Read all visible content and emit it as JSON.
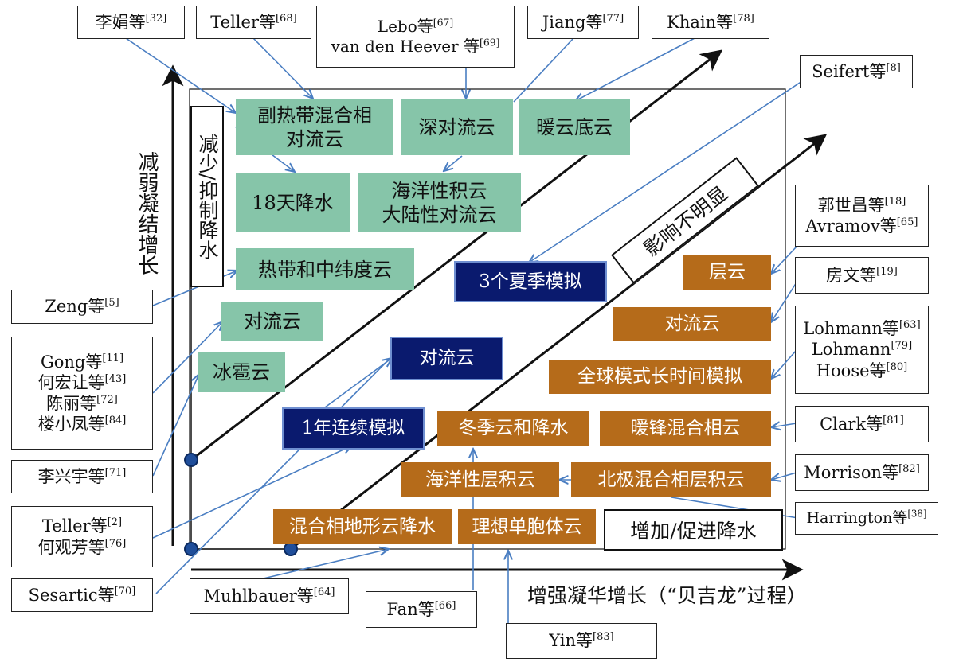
{
  "axes": {
    "x_label": "增强凝华增长（“贝吉龙”过程）",
    "y_label": "减弱凝结增长"
  },
  "bands": {
    "reduce": "减少/抑制降水",
    "neutral": "影响不明显",
    "increase": "增加/促进降水"
  },
  "boxes": {
    "subtropical": "副热带混合相\n对流云",
    "deep_convective": "深对流云",
    "warm_base": "暖云底云",
    "eighteen_day": "18天降水",
    "marine_continental": "海洋性积云\n大陆性对流云",
    "tropical_midlat": "热带和中纬度云",
    "convective_green": "对流云",
    "hail": "冰雹云",
    "three_summers": "3个夏季模拟",
    "convective_navy": "对流云",
    "one_year": "1年连续模拟",
    "stratus": "层云",
    "convective_orange": "对流云",
    "global_long": "全球模式长时间模拟",
    "winter_precip": "冬季云和降水",
    "warm_front": "暖锋混合相云",
    "marine_stratocu": "海洋性层积云",
    "arctic_stratocu": "北极混合相层积云",
    "orographic": "混合相地形云降水",
    "ideal_cell": "理想单胞体云"
  },
  "refs": {
    "li_juan": {
      "lines": [
        {
          "t": "李娟等",
          "s": "[32]"
        }
      ]
    },
    "teller68": {
      "lines": [
        {
          "t": "Teller等",
          "s": "[68]"
        }
      ]
    },
    "lebo": {
      "lines": [
        {
          "t": "Lebo等",
          "s": "[67]"
        },
        {
          "t": "van den Heever  等",
          "s": "[69]"
        }
      ]
    },
    "jiang": {
      "lines": [
        {
          "t": "Jiang等",
          "s": "[77]"
        }
      ]
    },
    "khain": {
      "lines": [
        {
          "t": "Khain等",
          "s": "[78]"
        }
      ]
    },
    "seifert": {
      "lines": [
        {
          "t": "Seifert等",
          "s": "[8]"
        }
      ]
    },
    "guo": {
      "lines": [
        {
          "t": "郭世昌等",
          "s": "[18]"
        },
        {
          "t": "Avramov等",
          "s": "[65]"
        }
      ]
    },
    "fang": {
      "lines": [
        {
          "t": "房文等",
          "s": "[19]"
        }
      ]
    },
    "lohmann": {
      "lines": [
        {
          "t": "Lohmann等",
          "s": "[63]"
        },
        {
          "t": "Lohmann",
          "s": "[79]"
        },
        {
          "t": "Hoose等",
          "s": "[80]"
        }
      ]
    },
    "clark": {
      "lines": [
        {
          "t": "Clark等",
          "s": "[81]"
        }
      ]
    },
    "morrison": {
      "lines": [
        {
          "t": "Morrison等",
          "s": "[82]"
        }
      ]
    },
    "harrington": {
      "lines": [
        {
          "t": "Harrington等",
          "s": "[38]"
        }
      ]
    },
    "zeng": {
      "lines": [
        {
          "t": "Zeng等",
          "s": "[5]"
        }
      ]
    },
    "gong": {
      "lines": [
        {
          "t": "Gong等",
          "s": "[11]"
        },
        {
          "t": "何宏让等",
          "s": "[43]"
        },
        {
          "t": "陈丽等",
          "s": "[72]"
        },
        {
          "t": "楼小凤等",
          "s": "[84]"
        }
      ]
    },
    "li_xingyu": {
      "lines": [
        {
          "t": "李兴宇等",
          "s": "[71]"
        }
      ]
    },
    "teller2": {
      "lines": [
        {
          "t": "Teller等",
          "s": "[2]"
        },
        {
          "t": "何观芳等",
          "s": "[76]"
        }
      ]
    },
    "sesartic": {
      "lines": [
        {
          "t": "Sesartic等",
          "s": "[70]"
        }
      ]
    },
    "muhlbauer": {
      "lines": [
        {
          "t": "Muhlbauer等",
          "s": "[64]"
        }
      ]
    },
    "fan": {
      "lines": [
        {
          "t": "Fan等",
          "s": "[66]"
        }
      ]
    },
    "yin": {
      "lines": [
        {
          "t": "Yin等",
          "s": "[83]"
        }
      ]
    }
  },
  "colors": {
    "green_box": "#86c5a9",
    "navy_box": "#0a1a6e",
    "orange_box": "#b56b1a",
    "connector": "#4a7ec2"
  }
}
